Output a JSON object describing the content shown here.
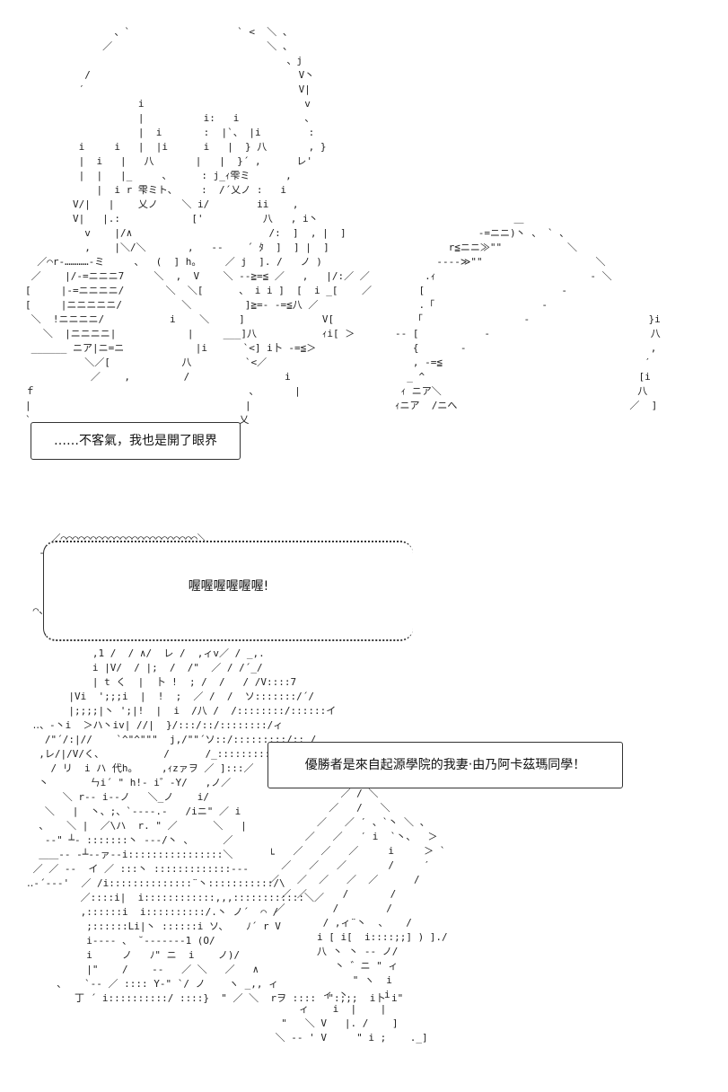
{
  "bubbles": {
    "first": "……不客氣，我也是開了眼界",
    "shout": "喔喔喔喔喔喔!",
    "announcement": "優勝者是來自起源學院的我妻‧由乃阿卡茲瑪同學！"
  },
  "art": {
    "top": "               、`                  ` <  ＼ 、\n             ／                          ＼ 、\n                                            、j\n          /                                   V丶\n         ′                                    V|\n                   i                           v\n                   |          i:   i           、\n                   |  i       :  |`、 |i        :\n         i     i   |  |i      i   |  } 八       , }\n         |  i   |   八       |   |  }´ ,      レ'\n         |  |   |_     、     : j_ｨ雫ミ      ,\n            |  i r 雫ミト、    :  /´乂ノ :   i\n        V/|   |    乂ノ    ＼ i/        ii    ,\n        V|   |.:            ['          八   , i丶\n          v    |/∧                       /:  ]  , |  ]\n          ,    |＼/＼       ,   ‐‐    ´ ﾀ  ]  ] |  ]\n  ／⌒r‐…………‐ミ     、  (  ] h。    ／ j  ]. /   ノ )\n ／    |/‐=ニニニ7     ＼  ,  V    ＼ ‐‐≧=≦ ／   ,   |/:／ ／\n[     |‐=ニニニニ/       ＼  ＼[      、 i i ]  [  i _[    ／\n[     |ニニニニニ/          ＼         ]≧=‐ ‐=≦八 ／\n ＼  !ニニニニ/           i    ＼     ]             V[\n   ＼  |ニニニニ|            |     ___]八           ｨi[ ＞\n ______ ニア|ニ=ニ            |i      `<] i卜 ‐=≦＞\n          ＼／[            八         `<／\n           ／    ,         /                i\nｆ                                    、      |\n|                                    |\n`                                   乂",
    "right": "                    ＿\n              ‐=ニニ)丶 、 ` 、\n         r≦ニニ≫\"\"           ＼\n       ‐‐‐‐≫\"\"                   ＼\n     .ｨ                          - ＼\n    [                       -\n    .「                  -\n   「                 -                    }i\n‐‐ [           -                           八\n   {       -                               ,\n   , ‐=≦                                  ′\n  _ ^                                    [i\n ｨ ニア＼                                 八\nｨニア  /ニへ                             ／  ]",
    "bottom": "    ／⌒⌒⌒⌒⌒⌒⌒⌒⌒⌒⌒⌒⌒⌒⌒⌒⌒⌒⌒⌒⌒⌒⌒＼\n  ‐‐ノ\n     )\n   ソ\n    )\n ⌒、\n    ノ\n    ⌒⌒⌒⌒⌒⌒⌒⌒⌒⌒⌒⌒⌒⌒⌒⌒⌒⌒⌒⌒⌒⌒⌒⌒\n           ,1 /  / ∧/  レ /  ,ィv／ / _,.\n           i |V/  / |;  /  /\"  ／ / /´_/\n           | t く  |  卜 !  ; /  /   / /V::::7\n       |Vi  ';;;i  |  !  ;  ／ /  /  ソ:::::::/´/\n       |;;;;|丶 ';|!  |  i  /八 /  /::::::::/::::::イ\n ‥、‐丶i  ＞ハ丶iv| //|  }/:::/::/::::::::/ィ\n   /\"´/:|//    `^\"^\"\"\"  j,/\"\"´ソ::/:::::::::/::_/\n  ,レ/|/V/く、          /      /_::::::::::\n    / リ  i ハ 代h。    ,ｨzァヲ ／ ]:::／\n  丶       ㄣi´ \" h!- i゛‐Y/   ,ノ／\n      ＼ r‐‐ i‐‐ノ   ＼_ノ    i/\n   ＼   |  丶、;、`‐‐‐‐.‐   /iニ\" ／ i\n  、   ＼ |  ／\\ハ  r. \" ／      ＼   |\n   ‐‐\" ┴‐ :::::::丶 ‐‐‐/丶 、     ／\n  ＿＿‐‐ ‐┴‐‐ァ‐‐i::::::::::::::::＼      └\n ／ ／ ‐‐  イ ／ :::丶 :::::::::::::‐‐‐\n‥‐´‐‐‐'  ／ /i::::::::::::::¨丶:::::::::::/\\\n         ／::::i|  i::::::::::::,,,::::::::::::＼／\n         ,::::::i  i::::::::::/.丶 ノ´  ⌒ /\n          ;::::::Li|丶 ::::::i ソ、   ﾉ´ r V\n          i‐‐‐‐ 、 ˘‐‐‐‐‐‐‐1 (O/\n          i     ノ   ﾉ\" ニ  i    ノ)/\n          |\"    /    ‐‐   ／ ＼   ／   ∧\n     、   `‐‐ ／ :::: Y‐\" `/ ノ    ヽ _,, ィ\n        丁 ´ i::::::::::/ ::::}  \" ／ ＼  rヲ ::::  \":;;;  i卜 i\"",
    "bottom_right": "            ／ / ＼\n          ／   /   ＼\n        ／   ／ ′ 、`丶 ＼ 、\n      ／   ／   ′ i  `丶、  ＞\n    ／   ／   ／     i     ＞ `\n  ／   ／   ／       /     ′\n／   ／  ／   ／  ／      /\n  ／ ／      /       /\n ／        /        /\n         / ,ィ¨丶  、   /\n        i [ i[  i::::;;] ) ]./\n        八 丶 丶 ‐‐ ノ/\n           丶 ゛ニ \" ィ\n              \" ヽ  i\n         ィ 丶      i\n     ィ    i  |    |\n  \"   ＼ V   |. /    ]\n ＼ ‐‐ ' V     \" i ;    ._]"
  }
}
